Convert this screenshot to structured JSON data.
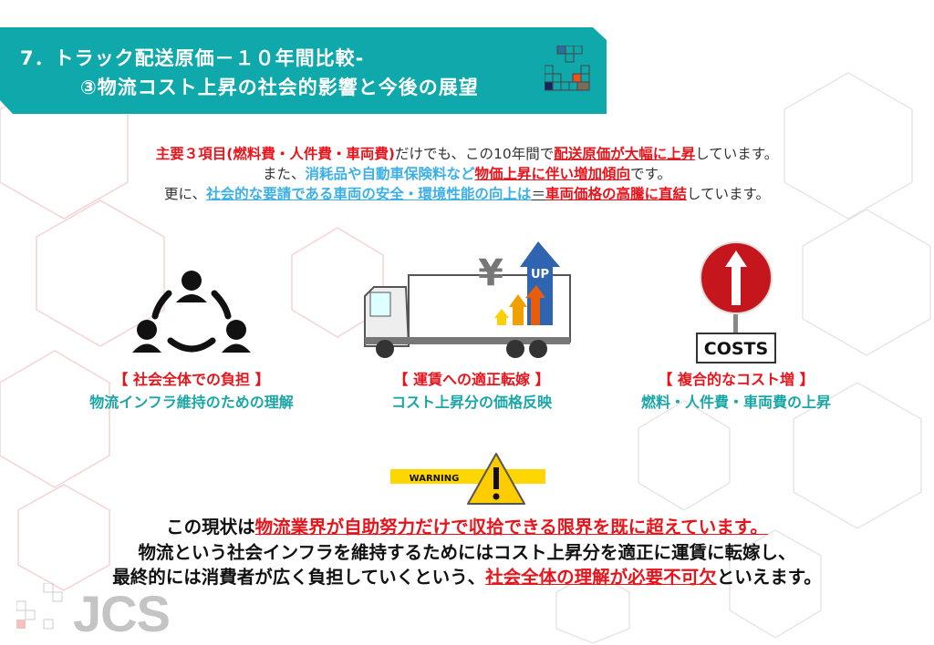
{
  "header": {
    "line1": "7．トラック配送原価－１０年間比較-",
    "line2": "③物流コスト上昇の社会的影響と今後の展望"
  },
  "intro": {
    "l1": [
      "主要３項目(燃料費・人件費・車両費)",
      "だけでも、この10年間で",
      "配送原価が大幅に上昇",
      "しています。"
    ],
    "l2": [
      "また、",
      "消耗品や自動車保険料など",
      "物価上昇に伴い増加傾向",
      "です。"
    ],
    "l3": [
      "更に、",
      "社会的な要請である車両の安全・環境性能の向上は",
      "＝",
      "車両価格の高騰に直結",
      "しています。"
    ]
  },
  "columns": [
    {
      "title": "【 社会全体での負担 】",
      "sub": "物流インフラ維持のための理解"
    },
    {
      "title": "【 運賃への適正転嫁 】",
      "sub": "コスト上昇分の価格反映"
    },
    {
      "title": "【 複合的なコスト増 】",
      "sub": "燃料・人件費・車両費の上昇"
    }
  ],
  "icons": {
    "truck_yen": "¥",
    "truck_up": "UP",
    "costs_sign": "COSTS",
    "warning": "WARNING"
  },
  "conclusion": {
    "l1": [
      "この現状は",
      "物流業界が自助努力だけで収拾できる限界を既に超えています。"
    ],
    "l2": "物流という社会インフラを維持するためにはコスト上昇分を適正に運賃に転嫁し、",
    "l3": [
      "最終的には消費者が広く負担していくという、",
      "社会全体の理解が必要不可欠",
      "といえます。"
    ]
  },
  "logo": "JCS",
  "colors": {
    "teal": "#0fa9ab",
    "red": "#e8141b",
    "blue": "#3cb0e6"
  }
}
